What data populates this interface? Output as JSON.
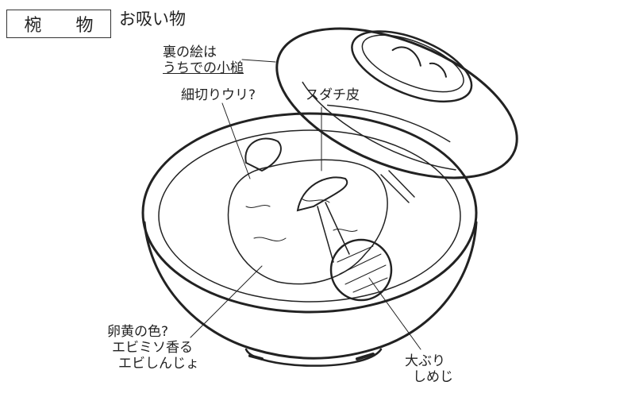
{
  "header": {
    "box_left": "椀",
    "box_right": "物",
    "subtitle": "お吸い物"
  },
  "annotations": {
    "lid_back": [
      "裏の絵は",
      "うちでの小槌"
    ],
    "melon": "細切りウリ?",
    "sudachi": "スダチ皮",
    "shinjo": [
      "卵黄の色?",
      "エビミソ香る",
      "エビしんじょ"
    ],
    "shimeji": [
      "大ぶり",
      "しめじ"
    ]
  },
  "colors": {
    "ink": "#222222",
    "paper": "#ffffff"
  }
}
